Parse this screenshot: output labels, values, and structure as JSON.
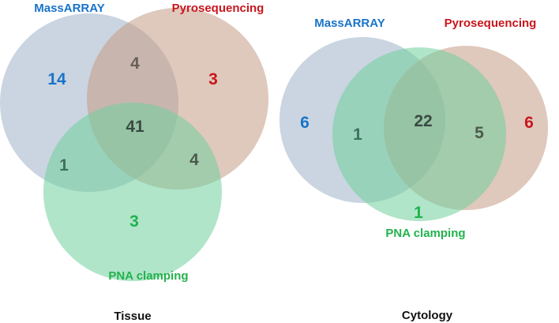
{
  "colors": {
    "massarray": "#1a73c8",
    "pyrosequencing": "#c8161d",
    "pna_clamping": "#22b24c",
    "massarray_fill": "#9fb3c8",
    "pyrosequencing_fill": "#c49a85",
    "pna_fill": "#6fcf9c",
    "overlap_text": "#3a4a44"
  },
  "tissue": {
    "caption": "Tissue",
    "labels": {
      "massarray": "MassARRAY",
      "pyrosequencing": "Pyrosequencing",
      "pna_clamping": "PNA clamping"
    },
    "counts": {
      "massarray_only": "14",
      "pyrosequencing_only": "3",
      "massarray_pyrosequencing": "4",
      "all_three": "41",
      "massarray_pna": "1",
      "pyrosequencing_pna": "4",
      "pna_only": "3"
    }
  },
  "cytology": {
    "caption": "Cytology",
    "labels": {
      "massarray": "MassARRAY",
      "pyrosequencing": "Pyrosequencing",
      "pna_clamping": "PNA clamping"
    },
    "counts": {
      "massarray_only": "6",
      "massarray_pna": "1",
      "all_three": "22",
      "pyrosequencing_pna": "5",
      "pyrosequencing_only": "6",
      "pna_only": "1"
    }
  }
}
